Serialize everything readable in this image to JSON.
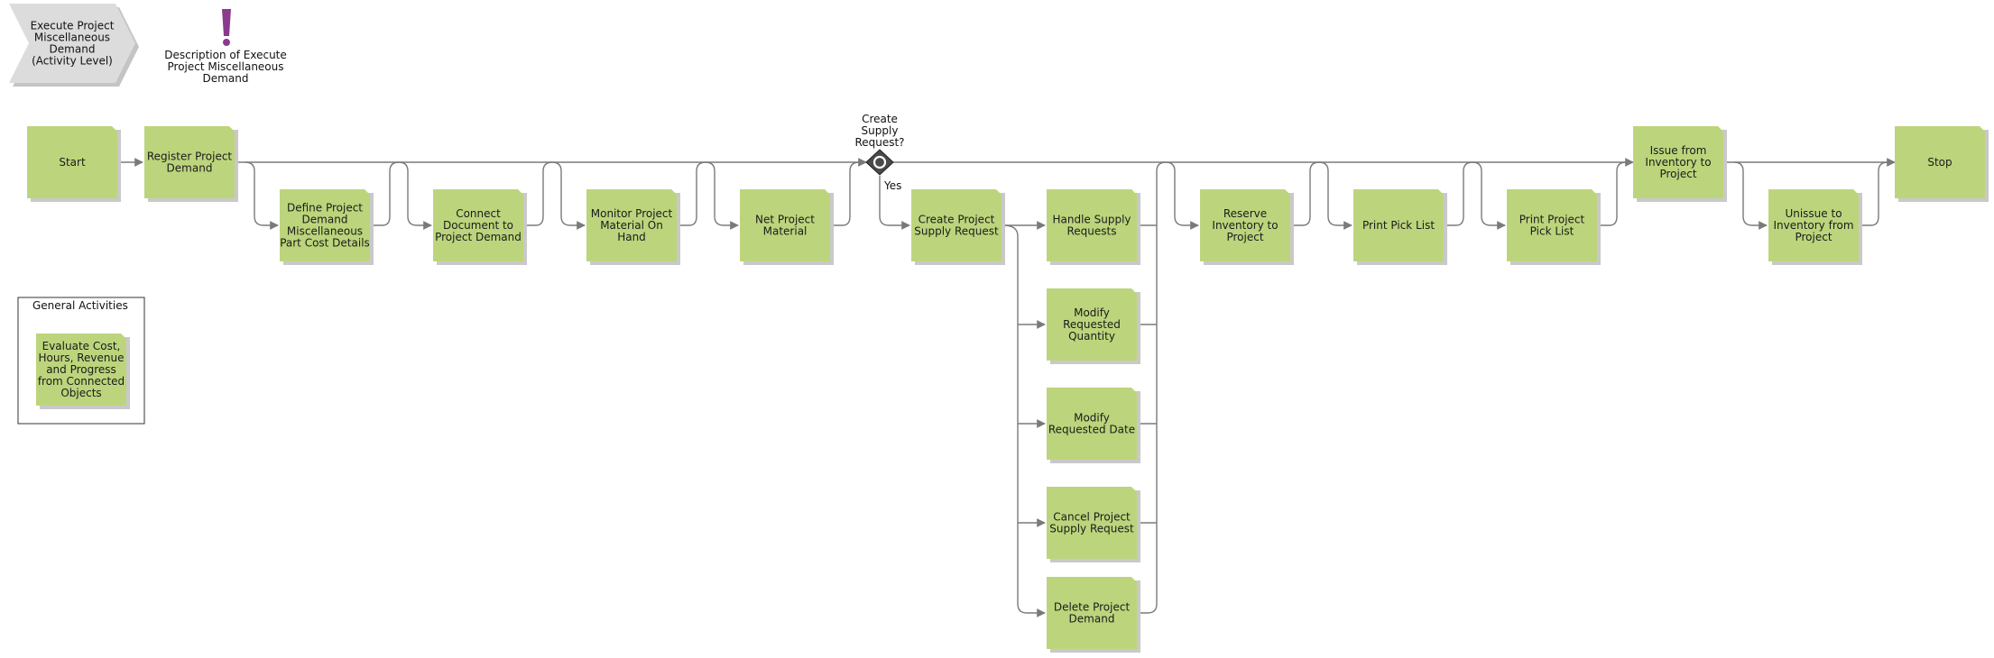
{
  "colors": {
    "activity_fill": "#bcd57c",
    "activity_shadow": "#c9c9c9",
    "connector": "#7a7a7a",
    "chevron_fill": "#dcdcdc",
    "exclamation": "#8b3a8e",
    "gateway": "#4a4a4a",
    "box_border": "#333333"
  },
  "header": {
    "process_chevron": [
      "Execute Project",
      "Miscellaneous",
      "Demand",
      "(Activity Level)"
    ],
    "description_icon": "exclamation-icon",
    "description_label": [
      "Description of Execute",
      "Project Miscellaneous",
      "Demand"
    ]
  },
  "gateway": {
    "question": [
      "Create",
      "Supply",
      "Request?"
    ],
    "yes_label": "Yes"
  },
  "activities": {
    "start": [
      "Start"
    ],
    "register_project_demand": [
      "Register Project",
      "Demand"
    ],
    "define_project_demand": [
      "Define Project",
      "Demand",
      "Miscellaneous",
      "Part Cost Details"
    ],
    "connect_document": [
      "Connect",
      "Document to",
      "Project Demand"
    ],
    "monitor_project_material": [
      "Monitor Project",
      "Material On",
      "Hand"
    ],
    "net_project_material": [
      "Net Project",
      "Material"
    ],
    "create_project_supply_request": [
      "Create Project",
      "Supply Request"
    ],
    "handle_supply_requests": [
      "Handle Supply",
      "Requests"
    ],
    "modify_requested_quantity": [
      "Modify",
      "Requested",
      "Quantity"
    ],
    "modify_requested_date": [
      "Modify",
      "Requested Date"
    ],
    "cancel_project_supply_request": [
      "Cancel Project",
      "Supply Request"
    ],
    "delete_project_demand": [
      "Delete Project",
      "Demand"
    ],
    "reserve_inventory": [
      "Reserve",
      "Inventory to",
      "Project"
    ],
    "print_pick_list": [
      "Print Pick List"
    ],
    "print_project_pick_list": [
      "Print Project",
      "Pick List"
    ],
    "issue_from_inventory": [
      "Issue from",
      "Inventory to",
      "Project"
    ],
    "unissue_to_inventory": [
      "Unissue to",
      "Inventory from",
      "Project"
    ],
    "stop": [
      "Stop"
    ]
  },
  "general_activities": {
    "title": "General Activities",
    "evaluate": [
      "Evaluate Cost,",
      "Hours, Revenue",
      "and Progress",
      "from Connected",
      "Objects"
    ]
  }
}
